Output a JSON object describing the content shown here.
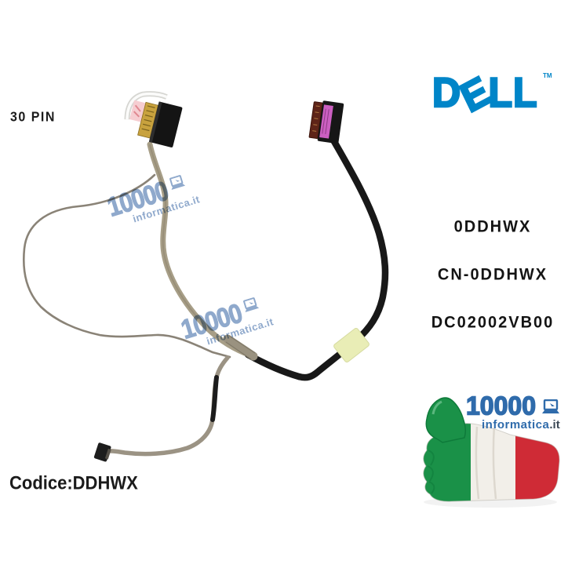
{
  "labels": {
    "pin": "30 PIN",
    "code": "Codice:DDHWX"
  },
  "brand": {
    "name": "DELL",
    "letters": [
      "D",
      "E",
      "L",
      "L"
    ],
    "tm": "TM",
    "color": "#0085C8"
  },
  "part_numbers": {
    "items": [
      {
        "label": "0DDHWX"
      },
      {
        "label": "CN-0DDHWX"
      },
      {
        "label": "DC02002VB00"
      }
    ]
  },
  "watermarks": [
    {
      "number": "10000",
      "domain": "informatica.it"
    },
    {
      "number": "10000",
      "domain": "informatica.it"
    }
  ],
  "seller_logo": {
    "number": "10000",
    "domain_name": "informatica",
    "domain_tld": ".it",
    "colors": {
      "blue": "#2F6BAB",
      "tld": "#3D4A57",
      "flag_green": "#1A9148",
      "flag_white": "#F2EFE9",
      "flag_red": "#CF2B36"
    }
  },
  "photo": {
    "subject": "Dell 30-pin LCD video display cable",
    "colors": {
      "cable_gray": "#A79E87",
      "cable_black": "#181818",
      "wrap_sticker_yellow": "#E9EDB6",
      "board_sticker_pink": "#CB5FC1",
      "edge_connector_maroon": "#5E2418",
      "lcd_pins_gold": "#C8A23E"
    }
  }
}
